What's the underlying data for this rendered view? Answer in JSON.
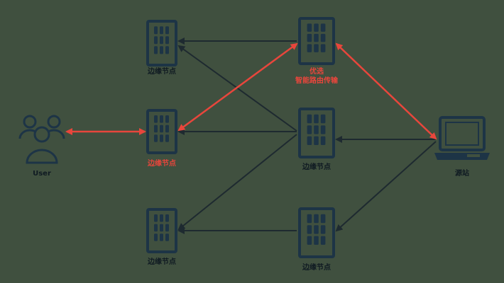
{
  "colors": {
    "background": "#40503f",
    "node": "#1d3446",
    "arrow_dark": "#1e2a30",
    "arrow_red": "#e8463c"
  },
  "labels": {
    "user": "User",
    "edge_top": "边缘节点",
    "edge_active": "边缘节点",
    "edge_bottom": "边缘节点",
    "relay_line1": "优选",
    "relay_line2": "智能路由传输",
    "edge_mid": "边缘节点",
    "edge_low": "边缘节点",
    "origin": "源站"
  }
}
